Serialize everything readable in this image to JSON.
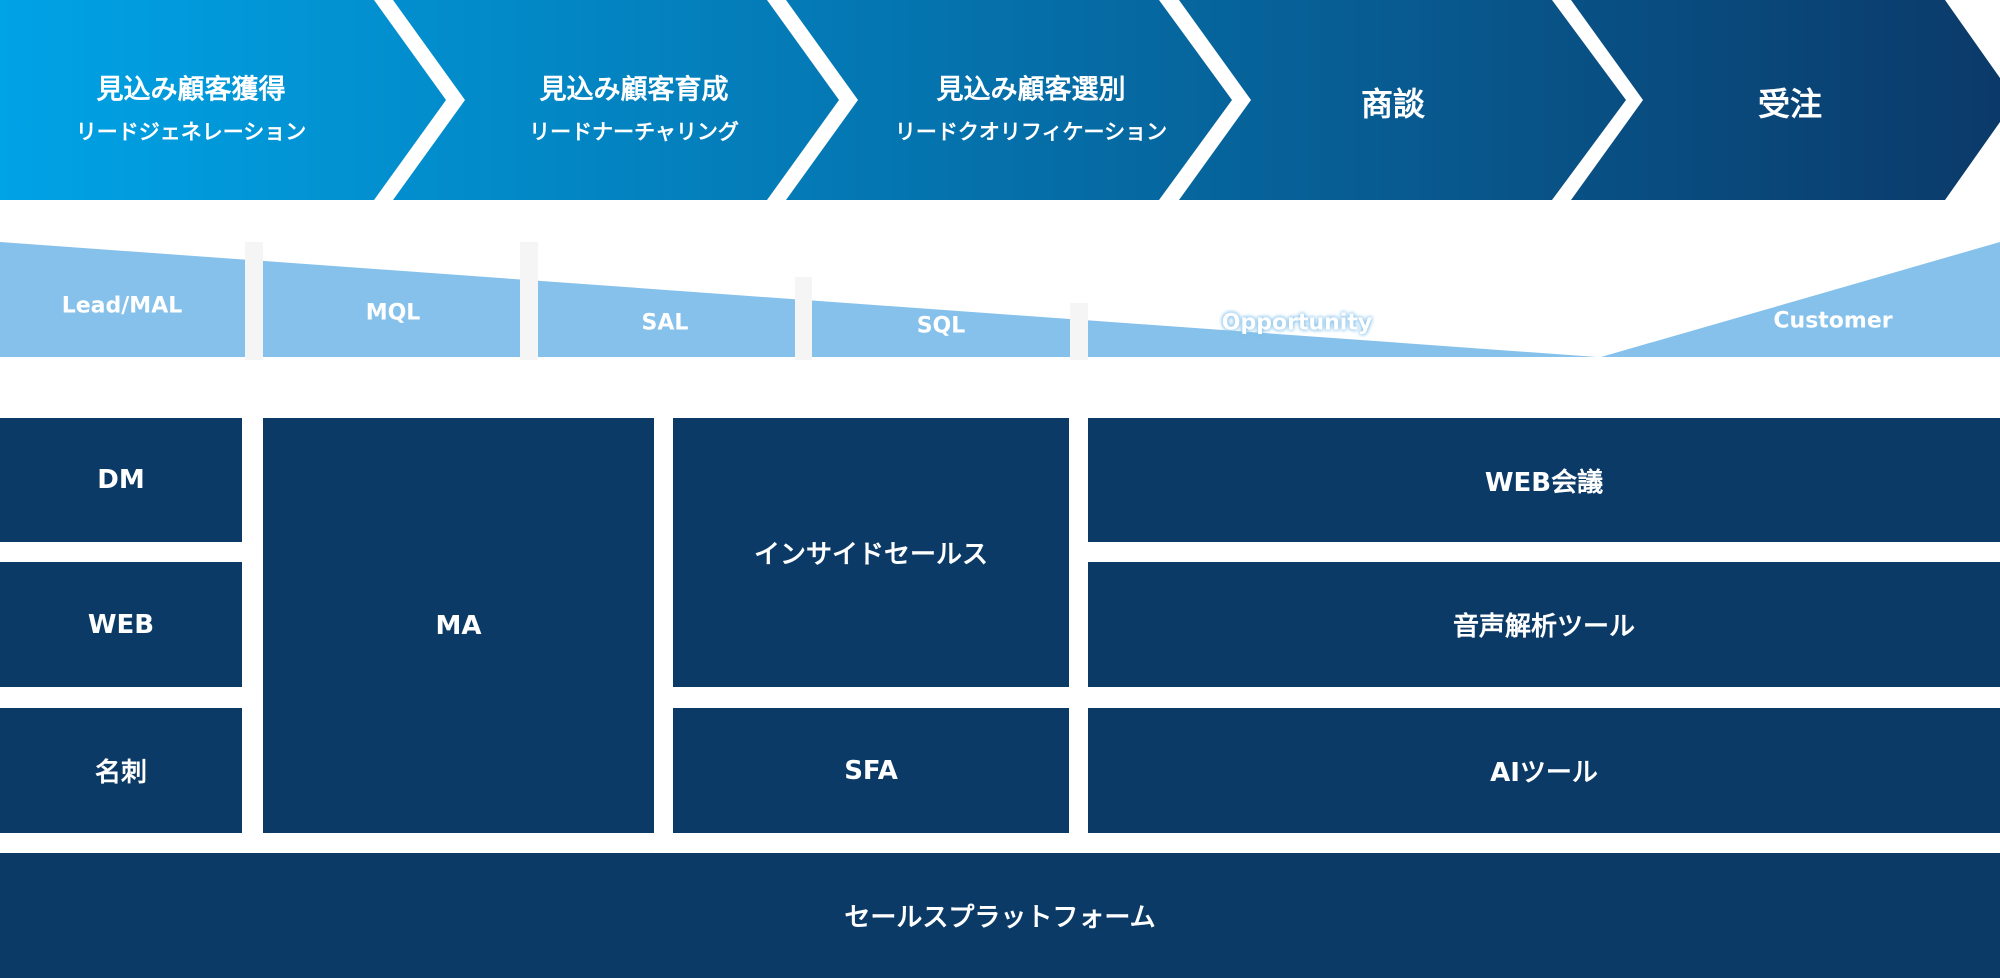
{
  "stages": [
    {
      "title": "見込み顧客獲得",
      "subtitle": "リードジェネレーション"
    },
    {
      "title": "見込み顧客育成",
      "subtitle": "リードナーチャリング"
    },
    {
      "title": "見込み顧客選別",
      "subtitle": "リードクオリフィケーション"
    },
    {
      "title": "商談"
    },
    {
      "title": "受注"
    }
  ],
  "funnel": [
    "Lead/MAL",
    "MQL",
    "SAL",
    "SQL",
    "Opportunity",
    "Customer"
  ],
  "tools": {
    "dm": "DM",
    "web": "WEB",
    "card": "名刺",
    "ma": "MA",
    "inside_sales": "インサイドセールス",
    "sfa": "SFA",
    "web_meeting": "WEB会議",
    "voice_analysis": "音声解析ツール",
    "ai_tool": "AIツール",
    "platform": "セールスプラットフォーム"
  },
  "colors": {
    "gradient_start": "#00a3e6",
    "gradient_end": "#0b3a6a",
    "band": "#85c1ea",
    "box": "#0b3a66"
  }
}
